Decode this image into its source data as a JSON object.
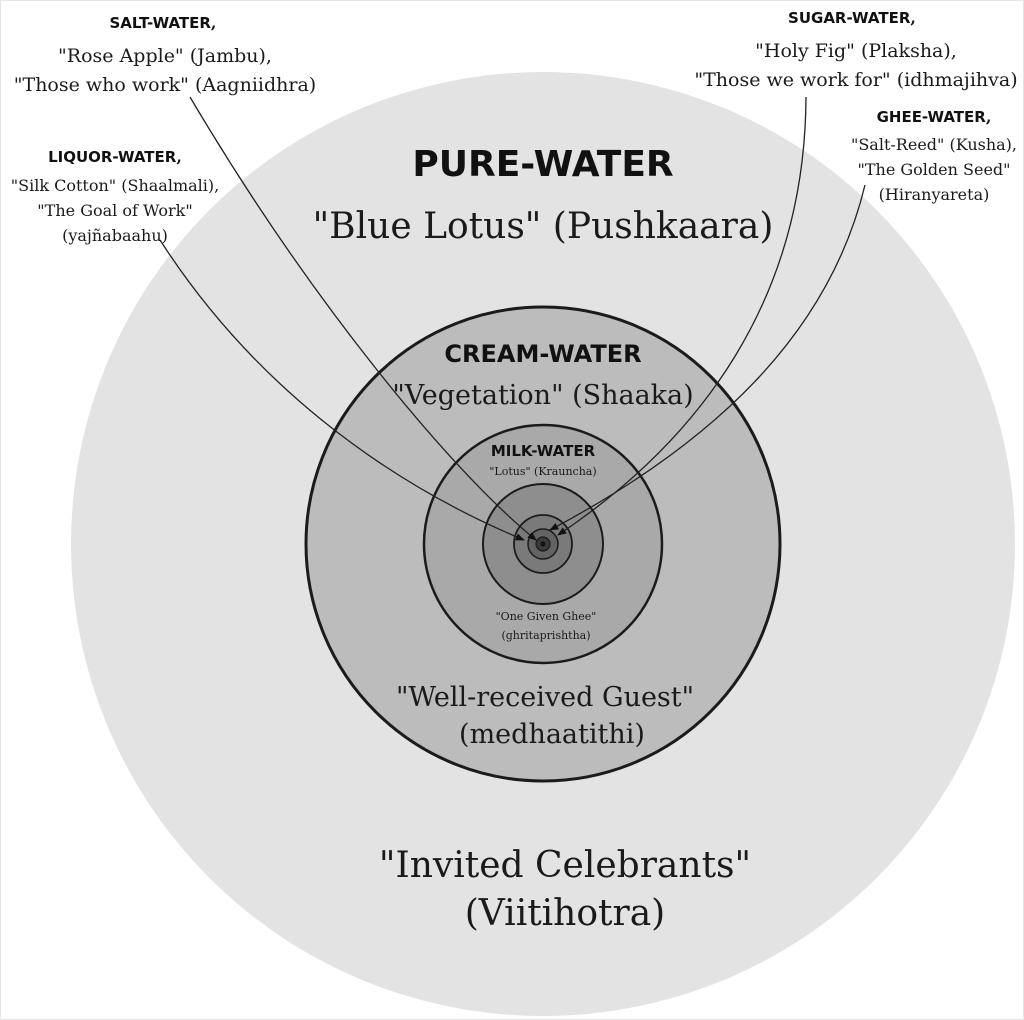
{
  "outer": {
    "name": "PURE-WATER",
    "subtitle": "\"Blue Lotus\" (Pushkaara)",
    "caption_line1": "\"Invited Celebrants\"",
    "caption_line2": "(Viitihotra)"
  },
  "cream": {
    "name": "CREAM-WATER",
    "subtitle": "\"Vegetation\" (Shaaka)",
    "caption_line1": "\"Well-received Guest\"",
    "caption_line2": "(medhaatithi)"
  },
  "milk": {
    "name": "MILK-WATER",
    "subtitle": "\"Lotus\" (Krauncha)",
    "caption_line1": "\"One Given Ghee\"",
    "caption_line2": "(ghritaprishtha)"
  },
  "callouts": {
    "salt": {
      "name": "SALT-WATER",
      "comma": ",",
      "line1": "\"Rose Apple\" (Jambu),",
      "line2": "\"Those who work\" (Aagniidhra)"
    },
    "sugar": {
      "name": "SUGAR-WATER",
      "comma": ",",
      "line1": "\"Holy Fig\" (Plaksha),",
      "line2": "\"Those we work for\" (idhmajihva)"
    },
    "ghee": {
      "name": "GHEE-WATER",
      "comma": ",",
      "line1": "\"Salt-Reed\" (Kusha),",
      "line2": "\"The Golden Seed\"",
      "line3": "(Hiranyareta)"
    },
    "liquor": {
      "name": "LIQUOR-WATER",
      "comma": ",",
      "line1": "\"Silk Cotton\" (Shaalmali),",
      "line2": "\"The Goal of Work\"",
      "line3": "(yajñabaahu)"
    }
  },
  "colors": {
    "outer": "#e3e3e3",
    "cream": "#bcbcbc",
    "milk": "#a9a9a9",
    "ring4": "#8e8e8e",
    "ring5": "#7a7a7a",
    "ring6": "#636363",
    "ring7": "#3a3a3a"
  }
}
